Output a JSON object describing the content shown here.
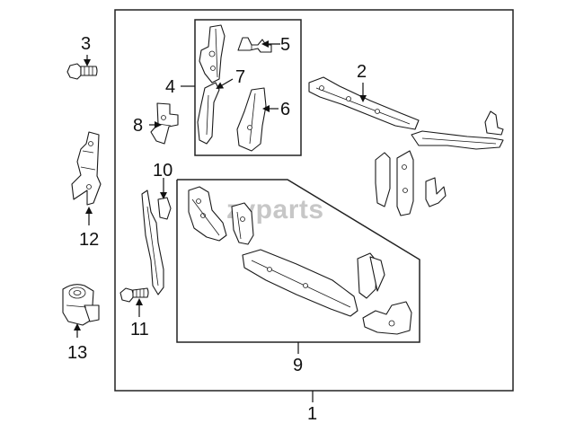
{
  "watermark": "zvparts",
  "colors": {
    "line": "#1a1a1a",
    "watermark": "#b5b5b5",
    "background": "#ffffff"
  },
  "callouts": {
    "c1": "1",
    "c2": "2",
    "c3": "3",
    "c4": "4",
    "c5": "5",
    "c6": "6",
    "c7": "7",
    "c8": "8",
    "c9": "9",
    "c10": "10",
    "c11": "11",
    "c12": "12",
    "c13": "13"
  }
}
